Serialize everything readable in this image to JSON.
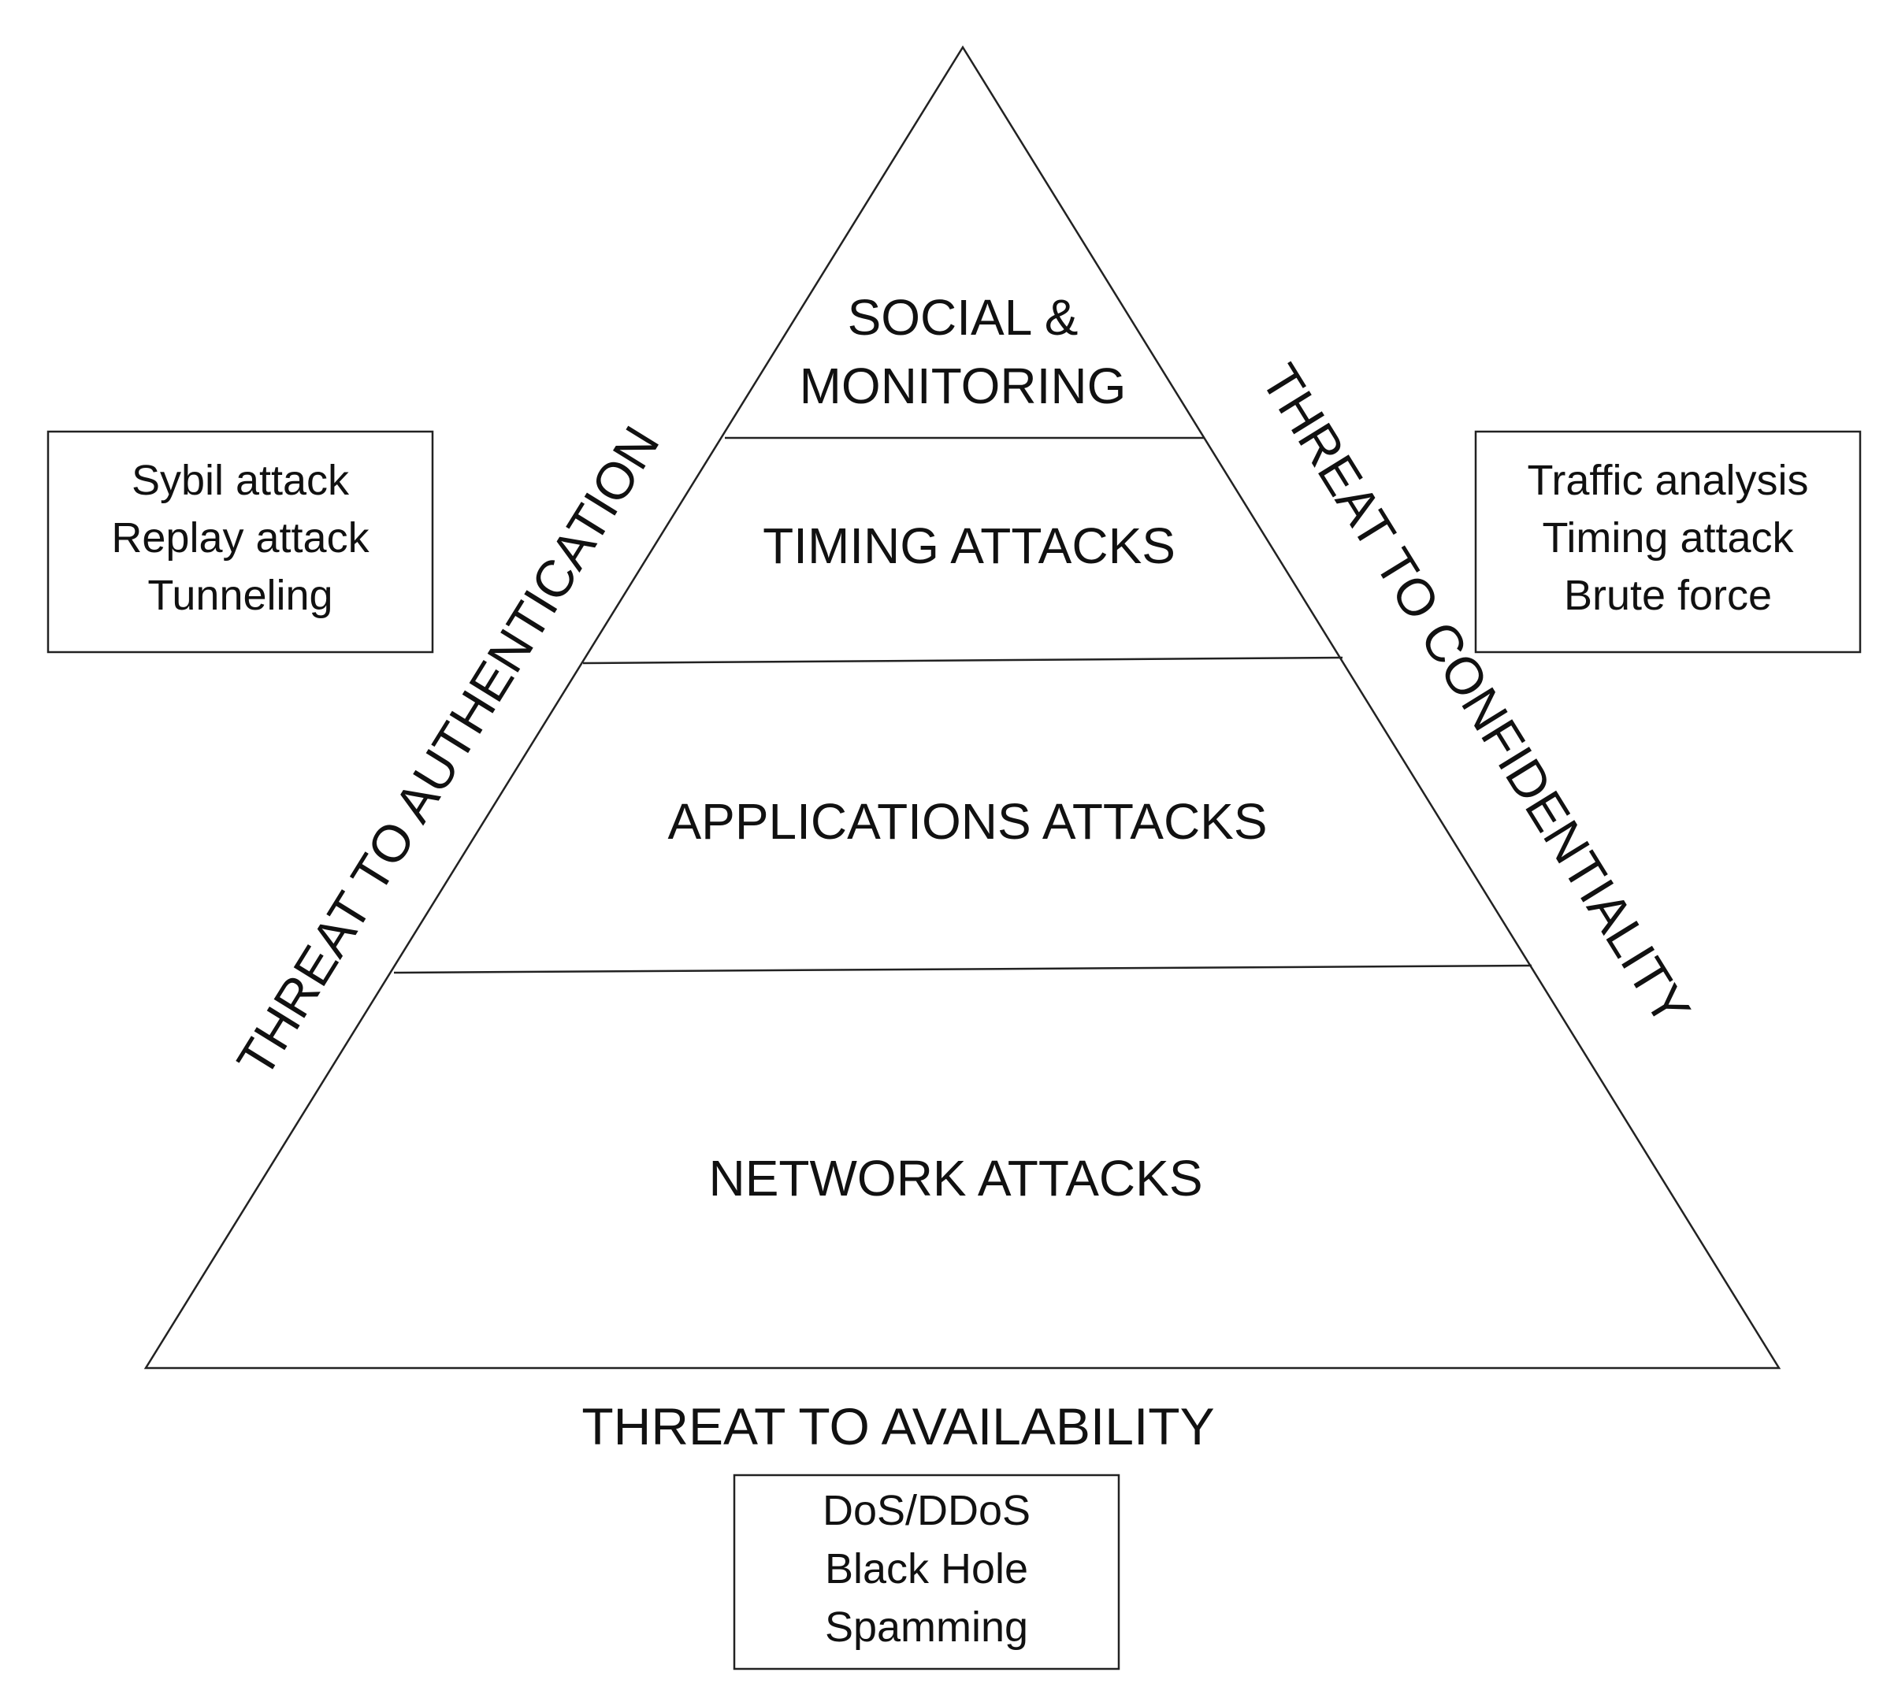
{
  "pyramid": {
    "levels": [
      {
        "lines": [
          "SOCIAL &",
          "MONITORING"
        ]
      },
      {
        "lines": [
          "TIMING ATTACKS"
        ]
      },
      {
        "lines": [
          "APPLICATIONS ATTACKS"
        ]
      },
      {
        "lines": [
          "NETWORK ATTACKS"
        ]
      }
    ]
  },
  "threats": {
    "left": "THREAT TO AUTHENTICATION",
    "right": "THREAT TO CONFIDENTIALITY",
    "bottom": "THREAT TO AVAILABILITY"
  },
  "boxes": {
    "left": [
      "Sybil attack",
      "Replay attack",
      "Tunneling"
    ],
    "right": [
      "Traffic analysis",
      "Timing attack",
      "Brute force"
    ],
    "bottom": [
      "DoS/DDoS",
      "Black Hole",
      "Spamming"
    ]
  }
}
